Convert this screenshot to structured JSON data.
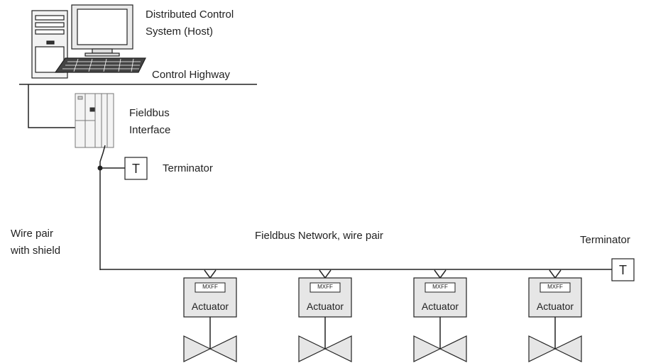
{
  "host": {
    "label_line1": "Distributed Control",
    "label_line2": "System (Host)"
  },
  "control_highway": {
    "label": "Control Highway"
  },
  "fieldbus_interface": {
    "label_line1": "Fieldbus",
    "label_line2": "Interface"
  },
  "terminator_top": {
    "letter": "T",
    "label": "Terminator"
  },
  "terminator_right": {
    "letter": "T",
    "label": "Terminator"
  },
  "wire_pair": {
    "label_line1": "Wire pair",
    "label_line2": "with shield"
  },
  "network": {
    "label": "Fieldbus Network, wire pair"
  },
  "actuators": [
    {
      "module": "MXFF",
      "label": "Actuator"
    },
    {
      "module": "MXFF",
      "label": "Actuator"
    },
    {
      "module": "MXFF",
      "label": "Actuator"
    },
    {
      "module": "MXFF",
      "label": "Actuator"
    }
  ]
}
